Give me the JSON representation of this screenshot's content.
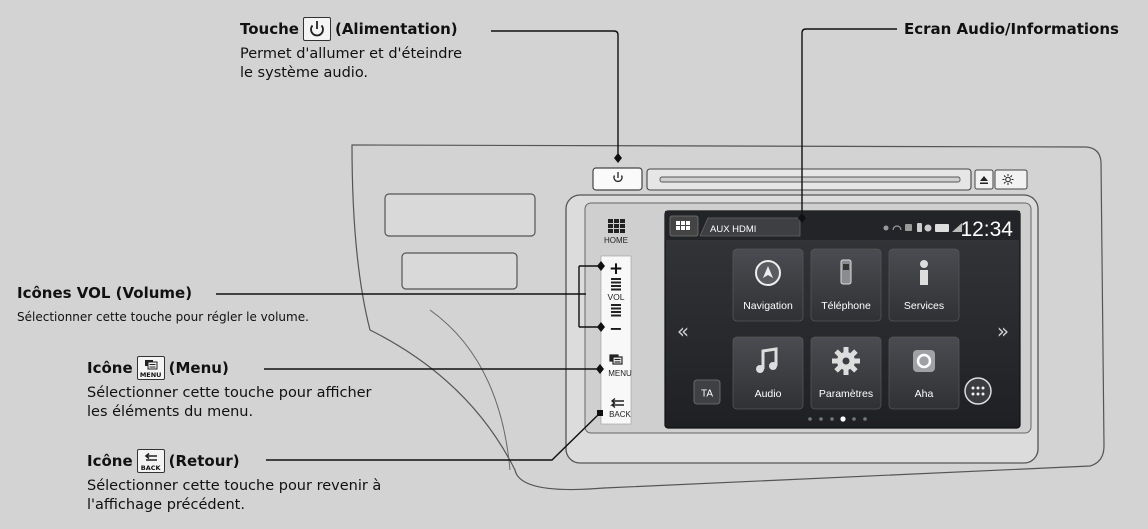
{
  "callouts": {
    "power": {
      "title_prefix": "Touche",
      "title_suffix": "(Alimentation)",
      "desc_line1": "Permet d'allumer et d'éteindre",
      "desc_line2": "le système audio."
    },
    "screen": {
      "title": "Ecran Audio/Informations"
    },
    "volume": {
      "title": "Icônes VOL (Volume)",
      "desc": "Sélectionner cette touche pour régler le volume."
    },
    "menu": {
      "title_prefix": "Icône",
      "key_label": "MENU",
      "title_suffix": "(Menu)",
      "desc_line1": "Sélectionner cette touche pour afficher",
      "desc_line2": "les éléments du menu."
    },
    "back": {
      "title_prefix": "Icône",
      "key_label": "BACK",
      "title_suffix": "(Retour)",
      "desc_line1": "Sélectionner cette touche pour revenir à",
      "desc_line2": "l'affichage précédent."
    }
  },
  "panel": {
    "home_label": "HOME",
    "vol_label": "VOL",
    "menu_label": "MENU",
    "back_label": "BACK",
    "vol_plus": "+",
    "vol_minus": "−"
  },
  "screen": {
    "source": "AUX HDMI",
    "clock": "12:34",
    "apps": [
      "Navigation",
      "Téléphone",
      "Services",
      "Audio",
      "Paramètres",
      "Aha"
    ],
    "ta_label": "TA",
    "prev_arrow": "«",
    "next_arrow": "»",
    "page_count": 6,
    "active_page": 4
  },
  "colors": {
    "background": "#d3d3d3",
    "screen_bg": "#2b2d30",
    "tile_bg": "#3a3c40",
    "leader": "#111111"
  }
}
